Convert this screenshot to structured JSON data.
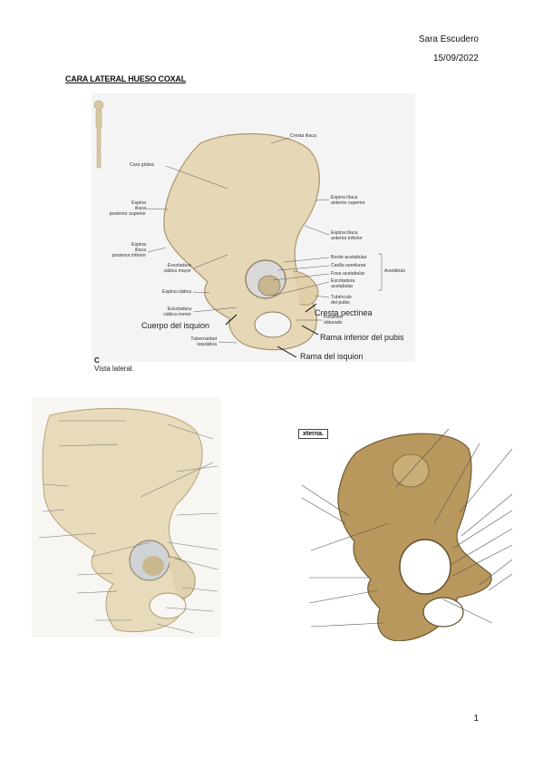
{
  "header": {
    "author": "Sara Escudero",
    "date": "15/09/2022"
  },
  "title": "CARA LATERAL HUESO COXAL",
  "figure1": {
    "caption_letter": "C",
    "caption": "Vista lateral.",
    "labels": {
      "cresta_iliaca": "Cresta ilíaca",
      "cara_glutea": "Cara glútea",
      "espina_post_sup": "Espina\nilíaca\nposterior superior",
      "espina_post_inf": "Espina\nilíaca\nposterior inferior",
      "escotadura_mayor": "Escotadura\nciática mayor",
      "espina_ciatica": "Espina ciática",
      "escotadura_menor": "Escotadura\nciática menor",
      "tuberosidad": "Tuberosidad\nisquiática",
      "espina_ant_sup": "Espina ilíaca\nanterior superior",
      "espina_ant_inf": "Espina ilíaca\nanterior inferior",
      "borde_acetabular": "Borde acetabular",
      "carilla_semilunar": "Carilla semilunar",
      "fosa_acetabular": "Fosa acetabular",
      "escotadura_acetabular": "Escotadura\nacetabular",
      "acetabulo": "Acetábulo",
      "tuberculo_pubis": "Tubérculo\ndel pubis",
      "foramen": "Foramen\nobturado"
    },
    "handwritten": {
      "cuerpo_isquion": "Cuerpo del isquion",
      "cresta_pectinea": "Cresta pectínea",
      "rama_inf_pubis": "Rama inferior del pubis",
      "rama_isquion": "Rama del isquion"
    }
  },
  "figure3": {
    "caption": "xterna."
  },
  "page_number": "1"
}
